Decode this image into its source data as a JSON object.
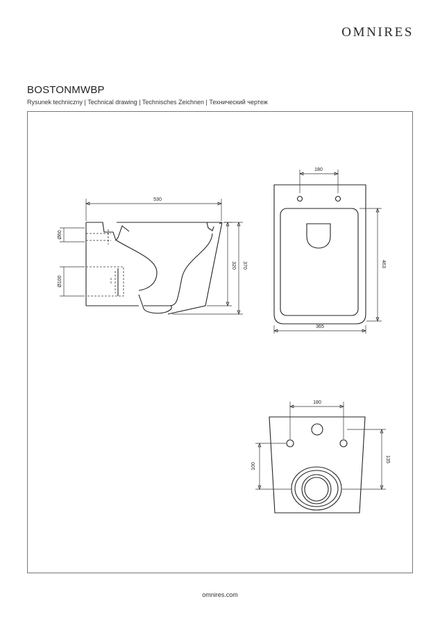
{
  "header": {
    "brand": "OMNIRES",
    "model": "BOSTONMWBP",
    "subtitle": "Rysunek techniczny | Technical drawing | Technisches Zeichnen | Технический чертеж"
  },
  "side_view": {
    "width_label": "530",
    "pipe_small_label": "Ø60",
    "pipe_large_label": "Ø100",
    "height_front_label": "320",
    "height_total_label": "370"
  },
  "top_view": {
    "hole_spacing_label": "180",
    "depth_label": "463",
    "width_label": "365"
  },
  "back_view": {
    "hole_spacing_label": "180",
    "drain_height_label": "100",
    "bolt_height_label": "135"
  },
  "footer": {
    "website": "omnires.com"
  }
}
